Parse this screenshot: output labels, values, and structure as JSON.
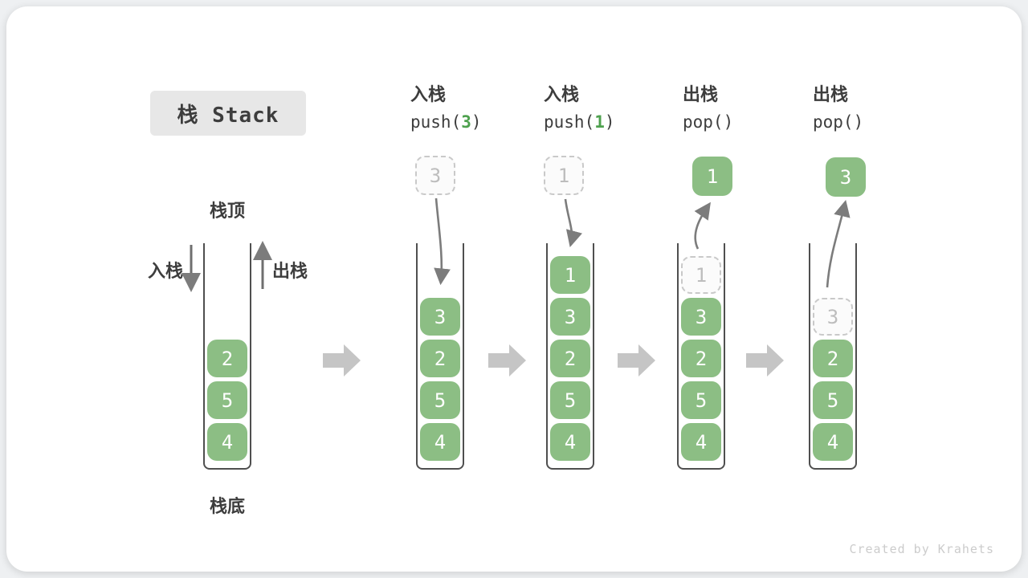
{
  "colors": {
    "green": "#8CBE84",
    "green-dark": "#4EA14E",
    "title-bg": "#e7e7e7",
    "text": "#3d3d3d",
    "wall": "#4f4f4f",
    "arrow": "#7c7c7c",
    "block-arrow": "#c5c5c5",
    "ghost-border": "#c9c9c9",
    "ghost-text": "#bdbdbd",
    "watermark": "#cccccc"
  },
  "title": "栈 Stack",
  "side_labels": {
    "stack_top": "栈顶",
    "stack_bottom": "栈底",
    "push": "入栈",
    "pop": "出栈"
  },
  "columns": [
    {
      "label": "入栈",
      "code_pre": "push(",
      "code_arg": "3",
      "code_post": ")"
    },
    {
      "label": "入栈",
      "code_pre": "push(",
      "code_arg": "1",
      "code_post": ")"
    },
    {
      "label": "出栈",
      "code_pre": "pop(",
      "code_arg": "",
      "code_post": ")"
    },
    {
      "label": "出栈",
      "code_pre": "pop(",
      "code_arg": "",
      "code_post": ")"
    }
  ],
  "floating_cells": [
    {
      "value": "3",
      "style": "dashed"
    },
    {
      "value": "1",
      "style": "dashed"
    },
    {
      "value": "1",
      "style": "solid"
    },
    {
      "value": "3",
      "style": "solid"
    }
  ],
  "stacks": [
    {
      "cells": [
        "2",
        "5",
        "4"
      ]
    },
    {
      "cells": [
        "3",
        "2",
        "5",
        "4"
      ]
    },
    {
      "cells": [
        "1",
        "3",
        "2",
        "5",
        "4"
      ]
    },
    {
      "ghost": "1",
      "cells": [
        "3",
        "2",
        "5",
        "4"
      ]
    },
    {
      "ghost": "3",
      "cells": [
        "2",
        "5",
        "4"
      ]
    }
  ],
  "watermark": "Created by Krahets"
}
